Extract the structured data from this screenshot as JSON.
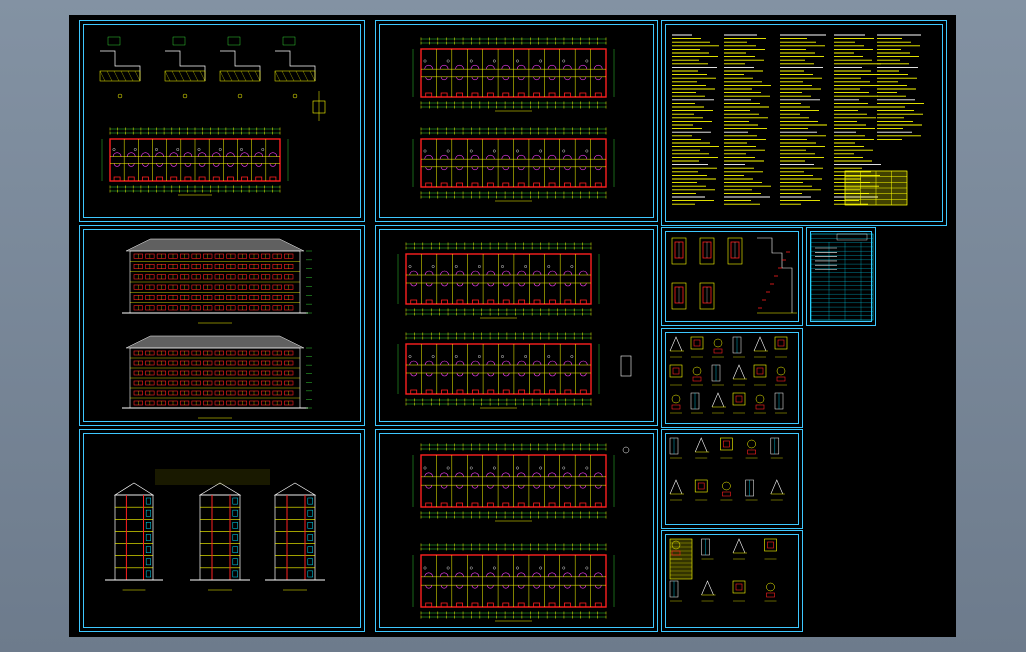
{
  "app": {
    "background_color": "#7a8898",
    "sheet_color": "#000000",
    "frame_color": "#3ec8ff"
  },
  "colors": {
    "line_yellow": "#ffff00",
    "wall_red": "#ff2020",
    "door_magenta": "#ff40ff",
    "dim_green": "#40ff40",
    "cyan": "#00e0ff",
    "white": "#ffffff"
  },
  "panels": {
    "details_top_left": {
      "kind": "detail-sections"
    },
    "plan_top_left": {
      "kind": "floor-plan"
    },
    "elevation_front": {
      "kind": "elevation"
    },
    "elevation_back": {
      "kind": "elevation"
    },
    "sections": {
      "kind": "building-sections"
    },
    "plans_middle": {
      "kind": "floor-plans"
    },
    "notes": {
      "kind": "design-notes"
    },
    "legend_table": {
      "kind": "table"
    },
    "details_right": {
      "kind": "detail-drawings"
    }
  }
}
